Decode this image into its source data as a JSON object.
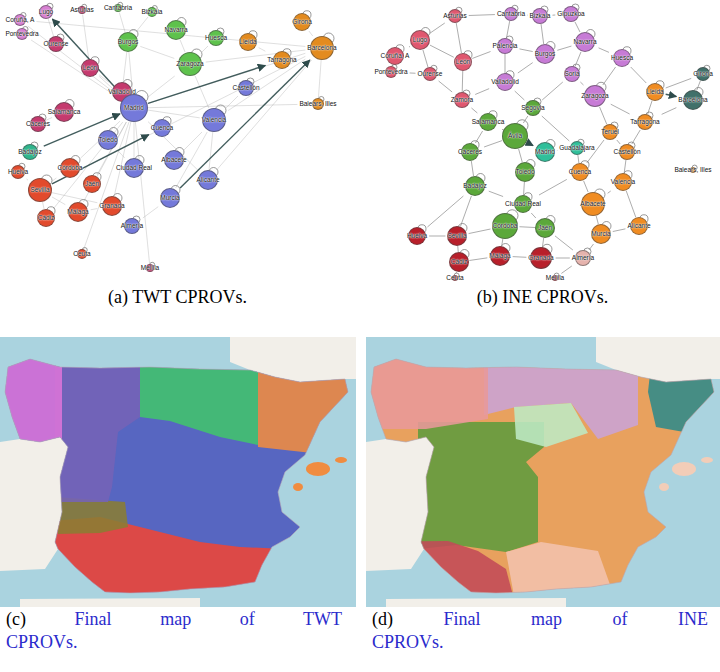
{
  "diagram": {
    "nodes": [
      {
        "text": [
          "(a) TWT CPROVs."
        ]
      },
      {
        "text": [
          "Coruña, A"
        ],
        "in": 0
      },
      {
        "text": [
          "Lugo"
        ],
        "in": 0
      },
      {
        "text": [
          "Pontevedra"
        ],
        "in": 0
      },
      {
        "text": [
          "Ourense"
        ],
        "in": 0
      },
      {
        "text": [
          "Asturias"
        ],
        "in": 0
      },
      {
        "text": [
          "León"
        ],
        "in": 0
      },
      {
        "text": [
          "Cantabria"
        ],
        "in": 0
      },
      {
        "text": [
          "Burgos"
        ],
        "in": 0
      },
      {
        "text": [
          "Bizkaia"
        ],
        "in": 0
      },
      {
        "text": [
          "Navarra"
        ],
        "in": 0
      },
      {
        "text": [
          "Zaragoza"
        ],
        "in": 0
      },
      {
        "text": [
          "Huesca"
        ],
        "in": 0
      },
      {
        "text": [
          "Lleida"
        ],
        "in": 0
      },
      {
        "text": [
          "Girona"
        ],
        "in": 0
      },
      {
        "text": [
          "Barcelona"
        ],
        "in": 0
      },
      {
        "text": [
          "Tarragona"
        ],
        "in": 0
      },
      {
        "text": [
          "Valladolid"
        ],
        "in": 0
      },
      {
        "text": [
          "Salamanca"
        ],
        "in": 0
      },
      {
        "text": [
          "Madrid"
        ],
        "in": 0
      },
      {
        "text": [
          "Toledo"
        ],
        "in": 0
      },
      {
        "text": [
          "Cuenca"
        ],
        "in": 0
      },
      {
        "text": [
          "Castellón"
        ],
        "in": 0
      },
      {
        "text": [
          "Valencia"
        ],
        "in": 0
      },
      {
        "text": [
          "Balears, Illes"
        ],
        "in": 0
      },
      {
        "text": [
          "Cáceres"
        ],
        "in": 0
      },
      {
        "text": [
          "Badajoz"
        ],
        "in": 0
      },
      {
        "text": [
          "Ciudad Real"
        ],
        "in": 0
      },
      {
        "text": [
          "Albacete"
        ],
        "in": 0
      },
      {
        "text": [
          "Alicante"
        ],
        "in": 0
      },
      {
        "text": [
          "Murcia"
        ],
        "in": 0
      },
      {
        "text": [
          "Huelva"
        ],
        "in": 0
      },
      {
        "text": [
          "Córdoba"
        ],
        "in": 0
      },
      {
        "text": [
          "Sevilla"
        ],
        "in": 0
      },
      {
        "text": [
          "Jaén"
        ],
        "in": 0
      },
      {
        "text": [
          "Granada"
        ],
        "in": 0
      },
      {
        "text": [
          "Málaga"
        ],
        "in": 0
      },
      {
        "text": [
          "Almería"
        ],
        "in": 0
      },
      {
        "text": [
          "Cádiz"
        ],
        "in": 0
      },
      {
        "text": [
          "Ceuta"
        ],
        "in": 0
      },
      {
        "text": [
          "Melilla"
        ],
        "in": 0
      },
      {
        "text": [
          "(b) INE CPROVs."
        ]
      },
      {
        "text": [
          "Asturias"
        ],
        "in": 41
      },
      {
        "text": [
          "Lugo"
        ],
        "in": 41
      },
      {
        "text": [
          "Cantabria"
        ],
        "in": 41
      },
      {
        "text": [
          "Bizkaia"
        ],
        "in": 41
      },
      {
        "text": [
          "Gipuzkoa"
        ],
        "in": 41
      },
      {
        "text": [
          "Coruña, A"
        ],
        "in": 41
      },
      {
        "text": [
          "Pontevedra"
        ],
        "in": 41
      },
      {
        "text": [
          "Ourense"
        ],
        "in": 41
      },
      {
        "text": [
          "León"
        ],
        "in": 41
      },
      {
        "text": [
          "Palencia"
        ],
        "in": 41
      },
      {
        "text": [
          "Burgos"
        ],
        "in": 41
      },
      {
        "text": [
          "Navarra"
        ],
        "in": 41
      },
      {
        "text": [
          "Huesca"
        ],
        "in": 41
      },
      {
        "text": [
          "Girona"
        ],
        "in": 41
      },
      {
        "text": [
          "Valladolid"
        ],
        "in": 41
      },
      {
        "text": [
          "Soria"
        ],
        "in": 41
      },
      {
        "text": [
          "Zaragoza"
        ],
        "in": 41
      },
      {
        "text": [
          "Lleida"
        ],
        "in": 41
      },
      {
        "text": [
          "Barcelona"
        ],
        "in": 41
      },
      {
        "text": [
          "Zamora"
        ],
        "in": 41
      },
      {
        "text": [
          "Segovia"
        ],
        "in": 41
      },
      {
        "text": [
          "Salamanca"
        ],
        "in": 41
      },
      {
        "text": [
          "Tarragona"
        ],
        "in": 41
      },
      {
        "text": [
          "Teruel"
        ],
        "in": 41
      },
      {
        "text": [
          "Ávila"
        ],
        "in": 41
      },
      {
        "text": [
          "Madrid"
        ],
        "in": 41
      },
      {
        "text": [
          "Guadalajara"
        ],
        "in": 41
      },
      {
        "text": [
          "Cáceres"
        ],
        "in": 41
      },
      {
        "text": [
          "Toledo"
        ],
        "in": 41
      },
      {
        "text": [
          "Castellón"
        ],
        "in": 41
      },
      {
        "text": [
          "Balears, Illes"
        ],
        "in": 41
      },
      {
        "text": [
          "Cuenca"
        ],
        "in": 41
      },
      {
        "text": [
          "Badajoz"
        ],
        "in": 41
      },
      {
        "text": [
          "Ciudad Real"
        ],
        "in": 41
      },
      {
        "text": [
          "Valencia"
        ],
        "in": 41
      },
      {
        "text": [
          "Albacete"
        ],
        "in": 41
      },
      {
        "text": [
          "Córdoba"
        ],
        "in": 41
      },
      {
        "text": [
          "Jaén"
        ],
        "in": 41
      },
      {
        "text": [
          "Alicante"
        ],
        "in": 41
      },
      {
        "text": [
          "Murcia"
        ],
        "in": 41
      },
      {
        "text": [
          "Huelva"
        ],
        "in": 41
      },
      {
        "text": [
          "Sevilla"
        ],
        "in": 41
      },
      {
        "text": [
          "Málaga"
        ],
        "in": 41
      },
      {
        "text": [
          "Granada"
        ],
        "in": 41
      },
      {
        "text": [
          "Almería"
        ],
        "in": 41
      },
      {
        "text": [
          "Cádiz"
        ],
        "in": 41
      },
      {
        "text": [
          "Ceuta"
        ],
        "in": 41
      },
      {
        "text": [
          "Melilla"
        ],
        "in": 41
      },
      {
        "text": [
          "(c)",
          "Final map of TWT CPROVs."
        ]
      },
      {
        "text": [
          "(d)",
          "Final map of INE CPROVs."
        ]
      }
    ],
    "edges": [
      {
        "from": 19,
        "to": 1,
        "arrow": "none"
      },
      {
        "from": 19,
        "to": 3,
        "arrow": "none"
      },
      {
        "from": 19,
        "to": 6,
        "arrow": "none"
      },
      {
        "from": 19,
        "to": 8,
        "arrow": "none"
      },
      {
        "from": 19,
        "to": 11,
        "arrow": "none"
      },
      {
        "from": 19,
        "to": 15,
        "arrow": "none"
      },
      {
        "from": 19,
        "to": 23,
        "arrow": "none"
      },
      {
        "from": 19,
        "to": 27,
        "arrow": "none"
      },
      {
        "from": 19,
        "to": 32,
        "arrow": "none"
      },
      {
        "from": 19,
        "to": 35,
        "arrow": "none"
      },
      {
        "from": 19,
        "to": 36,
        "arrow": "none"
      },
      {
        "from": 19,
        "to": 38,
        "arrow": "none"
      },
      {
        "from": 19,
        "to": 29,
        "arrow": "none"
      },
      {
        "from": 19,
        "to": 24,
        "arrow": "none"
      },
      {
        "from": 19,
        "to": 40,
        "arrow": "none"
      },
      {
        "from": 19,
        "to": 39,
        "arrow": "none"
      },
      {
        "from": 15,
        "to": 1,
        "arrow": "none"
      },
      {
        "from": 15,
        "to": 11,
        "arrow": "none"
      },
      {
        "from": 15,
        "to": 23,
        "arrow": "none"
      },
      {
        "from": 15,
        "to": 33,
        "arrow": "none"
      },
      {
        "from": 15,
        "to": 29,
        "arrow": "none"
      },
      {
        "from": 15,
        "to": 24,
        "arrow": "none"
      },
      {
        "from": 15,
        "to": 14,
        "arrow": "none"
      },
      {
        "from": 11,
        "to": 10,
        "arrow": "none"
      },
      {
        "from": 11,
        "to": 8,
        "arrow": "none"
      },
      {
        "from": 11,
        "to": 23,
        "arrow": "none"
      },
      {
        "from": 11,
        "to": 12,
        "arrow": "none"
      },
      {
        "from": 33,
        "to": 36,
        "arrow": "none"
      },
      {
        "from": 33,
        "to": 38,
        "arrow": "none"
      },
      {
        "from": 33,
        "to": 32,
        "arrow": "none"
      },
      {
        "from": 33,
        "to": 35,
        "arrow": "none"
      },
      {
        "from": 33,
        "to": 31,
        "arrow": "none"
      },
      {
        "from": 23,
        "to": 29,
        "arrow": "none"
      },
      {
        "from": 23,
        "to": 30,
        "arrow": "none"
      },
      {
        "from": 23,
        "to": 28,
        "arrow": "none"
      },
      {
        "from": 23,
        "to": 22,
        "arrow": "none"
      },
      {
        "from": 8,
        "to": 9,
        "arrow": "none"
      },
      {
        "from": 8,
        "to": 17,
        "arrow": "none"
      },
      {
        "from": 6,
        "to": 17,
        "arrow": "none"
      },
      {
        "from": 18,
        "to": 25,
        "arrow": "none"
      },
      {
        "from": 20,
        "to": 27,
        "arrow": "none"
      },
      {
        "from": 36,
        "to": 35,
        "arrow": "none"
      },
      {
        "from": 1,
        "to": 2,
        "arrow": "none"
      },
      {
        "from": 2,
        "to": 4,
        "arrow": "none"
      },
      {
        "from": 5,
        "to": 6,
        "arrow": "none"
      },
      {
        "from": 7,
        "to": 8,
        "arrow": "none"
      },
      {
        "from": 13,
        "to": 16,
        "arrow": "none"
      },
      {
        "from": 34,
        "to": 19,
        "arrow": "none"
      },
      {
        "from": 37,
        "to": 30,
        "arrow": "none"
      },
      {
        "from": 19,
        "to": 2,
        "arrow": "to"
      },
      {
        "from": 19,
        "to": 16,
        "arrow": "to"
      },
      {
        "from": 33,
        "to": 21,
        "arrow": "to"
      },
      {
        "from": 26,
        "to": 19,
        "arrow": "to"
      },
      {
        "from": 30,
        "to": 15,
        "arrow": "to"
      },
      {
        "from": 47,
        "to": 43,
        "arrow": "none"
      },
      {
        "from": 47,
        "to": 48,
        "arrow": "none"
      },
      {
        "from": 48,
        "to": 49,
        "arrow": "none"
      },
      {
        "from": 43,
        "to": 49,
        "arrow": "none"
      },
      {
        "from": 43,
        "to": 42,
        "arrow": "none"
      },
      {
        "from": 43,
        "to": 50,
        "arrow": "none"
      },
      {
        "from": 42,
        "to": 50,
        "arrow": "none"
      },
      {
        "from": 42,
        "to": 44,
        "arrow": "none"
      },
      {
        "from": 44,
        "to": 45,
        "arrow": "none"
      },
      {
        "from": 45,
        "to": 46,
        "arrow": "none"
      },
      {
        "from": 46,
        "to": 53,
        "arrow": "none"
      },
      {
        "from": 44,
        "to": 51,
        "arrow": "none"
      },
      {
        "from": 51,
        "to": 52,
        "arrow": "none"
      },
      {
        "from": 52,
        "to": 53,
        "arrow": "none"
      },
      {
        "from": 52,
        "to": 45,
        "arrow": "none"
      },
      {
        "from": 53,
        "to": 54,
        "arrow": "none"
      },
      {
        "from": 53,
        "to": 57,
        "arrow": "none"
      },
      {
        "from": 54,
        "to": 59,
        "arrow": "none"
      },
      {
        "from": 59,
        "to": 55,
        "arrow": "none"
      },
      {
        "from": 55,
        "to": 60,
        "arrow": "none"
      },
      {
        "from": 60,
        "to": 64,
        "arrow": "none"
      },
      {
        "from": 59,
        "to": 64,
        "arrow": "none"
      },
      {
        "from": 54,
        "to": 58,
        "arrow": "none"
      },
      {
        "from": 57,
        "to": 58,
        "arrow": "none"
      },
      {
        "from": 58,
        "to": 65,
        "arrow": "none"
      },
      {
        "from": 58,
        "to": 64,
        "arrow": "none"
      },
      {
        "from": 50,
        "to": 51,
        "arrow": "none"
      },
      {
        "from": 50,
        "to": 61,
        "arrow": "none"
      },
      {
        "from": 49,
        "to": 61,
        "arrow": "none"
      },
      {
        "from": 61,
        "to": 56,
        "arrow": "none"
      },
      {
        "from": 56,
        "to": 51,
        "arrow": "none"
      },
      {
        "from": 56,
        "to": 52,
        "arrow": "none"
      },
      {
        "from": 56,
        "to": 62,
        "arrow": "none"
      },
      {
        "from": 57,
        "to": 62,
        "arrow": "none"
      },
      {
        "from": 61,
        "to": 63,
        "arrow": "none"
      },
      {
        "from": 63,
        "to": 66,
        "arrow": "none"
      },
      {
        "from": 62,
        "to": 66,
        "arrow": "none"
      },
      {
        "from": 67,
        "to": 68,
        "arrow": "none"
      },
      {
        "from": 68,
        "to": 73,
        "arrow": "none"
      },
      {
        "from": 62,
        "to": 68,
        "arrow": "none"
      },
      {
        "from": 63,
        "to": 69,
        "arrow": "none"
      },
      {
        "from": 66,
        "to": 69,
        "arrow": "none"
      },
      {
        "from": 69,
        "to": 74,
        "arrow": "none"
      },
      {
        "from": 66,
        "to": 70,
        "arrow": "none"
      },
      {
        "from": 70,
        "to": 67,
        "arrow": "none"
      },
      {
        "from": 70,
        "to": 75,
        "arrow": "none"
      },
      {
        "from": 74,
        "to": 75,
        "arrow": "none"
      },
      {
        "from": 74,
        "to": 82,
        "arrow": "none"
      },
      {
        "from": 74,
        "to": 83,
        "arrow": "none"
      },
      {
        "from": 75,
        "to": 78,
        "arrow": "none"
      },
      {
        "from": 75,
        "to": 79,
        "arrow": "none"
      },
      {
        "from": 75,
        "to": 73,
        "arrow": "none"
      },
      {
        "from": 73,
        "to": 77,
        "arrow": "none"
      },
      {
        "from": 73,
        "to": 65,
        "arrow": "none"
      },
      {
        "from": 65,
        "to": 71,
        "arrow": "none"
      },
      {
        "from": 71,
        "to": 76,
        "arrow": "none"
      },
      {
        "from": 76,
        "to": 77,
        "arrow": "none"
      },
      {
        "from": 76,
        "to": 80,
        "arrow": "none"
      },
      {
        "from": 80,
        "to": 81,
        "arrow": "none"
      },
      {
        "from": 81,
        "to": 77,
        "arrow": "none"
      },
      {
        "from": 81,
        "to": 86,
        "arrow": "none"
      },
      {
        "from": 79,
        "to": 86,
        "arrow": "none"
      },
      {
        "from": 79,
        "to": 85,
        "arrow": "none"
      },
      {
        "from": 78,
        "to": 79,
        "arrow": "none"
      },
      {
        "from": 78,
        "to": 83,
        "arrow": "none"
      },
      {
        "from": 83,
        "to": 82,
        "arrow": "none"
      },
      {
        "from": 83,
        "to": 87,
        "arrow": "none"
      },
      {
        "from": 84,
        "to": 85,
        "arrow": "none"
      },
      {
        "from": 84,
        "to": 87,
        "arrow": "none"
      },
      {
        "from": 78,
        "to": 84,
        "arrow": "none"
      },
      {
        "from": 85,
        "to": 86,
        "arrow": "none"
      },
      {
        "from": 87,
        "to": 88,
        "arrow": "none"
      },
      {
        "from": 86,
        "to": 89,
        "arrow": "none"
      },
      {
        "from": 64,
        "to": 71,
        "arrow": "none"
      },
      {
        "from": 66,
        "to": 67,
        "arrow": "to"
      },
      {
        "from": 59,
        "to": 60,
        "arrow": "to"
      }
    ]
  }
}
